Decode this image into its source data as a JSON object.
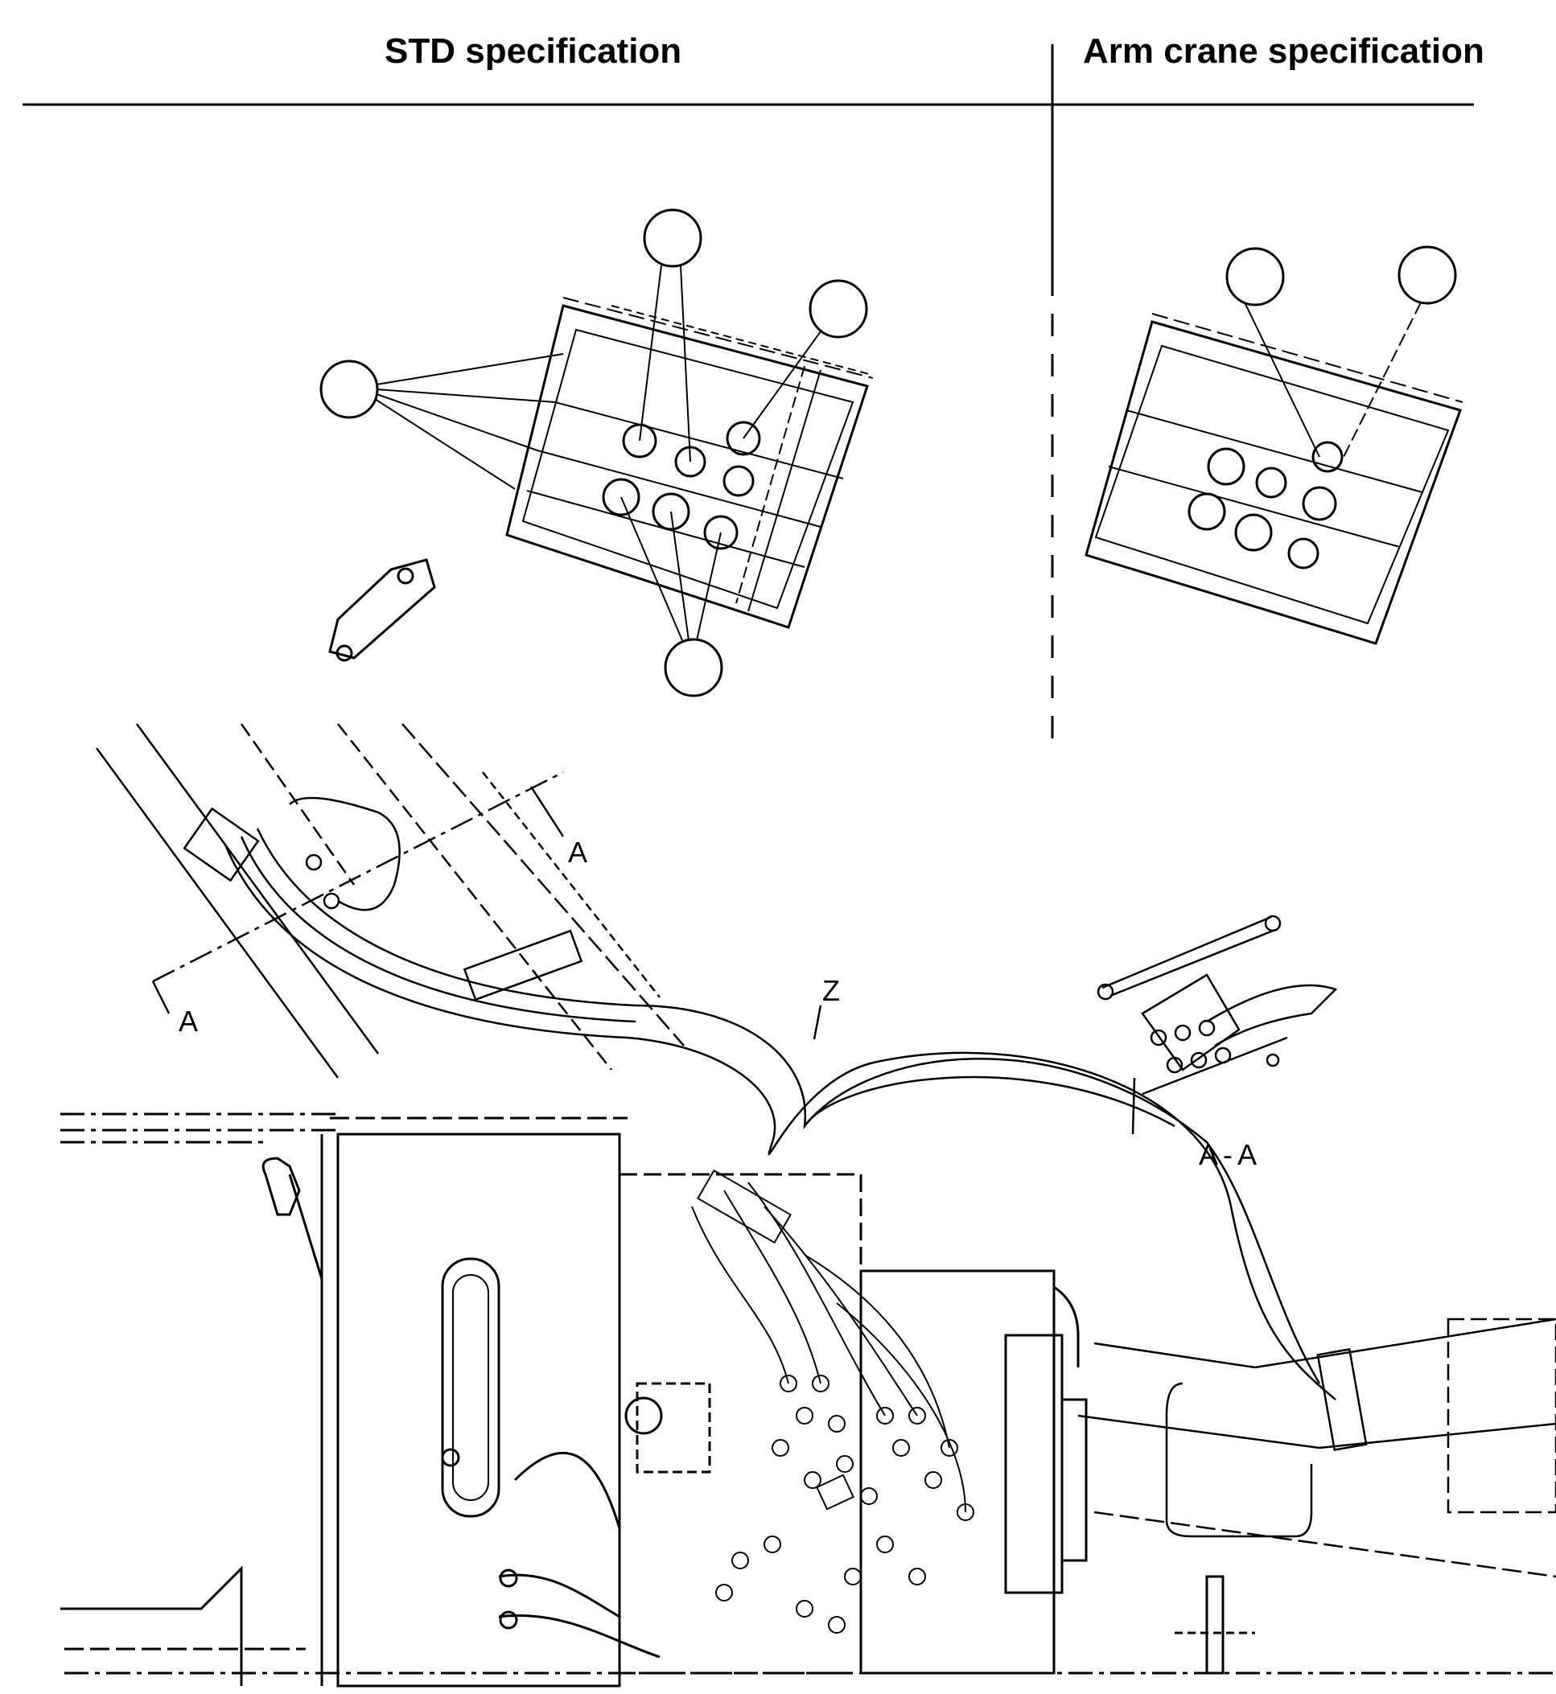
{
  "headers": {
    "std": "STD specification",
    "arm": "Arm crane specification"
  },
  "callout_labels": {
    "section_a_top": "A",
    "section_a_left": "A",
    "view_z": "Z",
    "section_aa": "A-A"
  },
  "colors": {
    "ink": "#000000",
    "paper": "#ffffff"
  }
}
